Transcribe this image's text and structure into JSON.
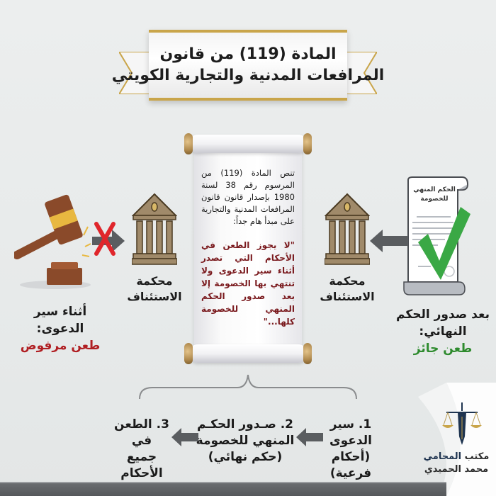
{
  "title": {
    "line1": "المادة (119) من قانون",
    "line2": "المرافعات المدنية والتجارية الكويتي"
  },
  "scroll": {
    "intro": "تنص المادة (119) من المرسوم رقم 38 لسنة 1980 بإصدار قانون قانون المرافعات المدنية والتجارية على مبدأ هام جداً:",
    "quote": "\"لا يجوز الطعن في الأحكام التي تصدر أثناء سير الدعوى ولا تنتهي بها الخصومة إلا بعد صدور الحكم المنهي للخصومة كلها...\""
  },
  "right_panel": {
    "document_title_line1": "الحكم المنهي",
    "document_title_line2": "للخصومة",
    "court_label_line1": "محكمة",
    "court_label_line2": "الاستئناف",
    "caption_line1": "بعد صدور الحكم النهائي:",
    "caption_line2": "طعن جائز",
    "caption_color": "#2e8b2e",
    "icon_check_color": "#3aa845"
  },
  "left_panel": {
    "court_label_line1": "محكمة",
    "court_label_line2": "الاستئناف",
    "caption_line1": "أثناء سير الدعوى:",
    "caption_line2": "طعن مرفوض",
    "caption_color": "#b01e22",
    "icon_x_color": "#e0262b"
  },
  "steps": [
    {
      "line1": "1. سير الدعوى",
      "line2": "(أحكام فرعية)",
      "line3": ""
    },
    {
      "line1": "2. صـدور الحكـم",
      "line2": "المنهي للخصومة",
      "line3": "(حكم نهائي)"
    },
    {
      "line1": "3. الطعن في",
      "line2": "جميع الأحكام",
      "line3": ""
    }
  ],
  "logo": {
    "line1_a": "مكتب",
    "line1_b": "المحامي",
    "line2": "محمد الحميدي"
  },
  "colors": {
    "gold": "#c9a54a",
    "arrow_gray": "#5a5d60",
    "court_brown": "#a08a6a",
    "gavel_brown": "#8a4a2a"
  }
}
